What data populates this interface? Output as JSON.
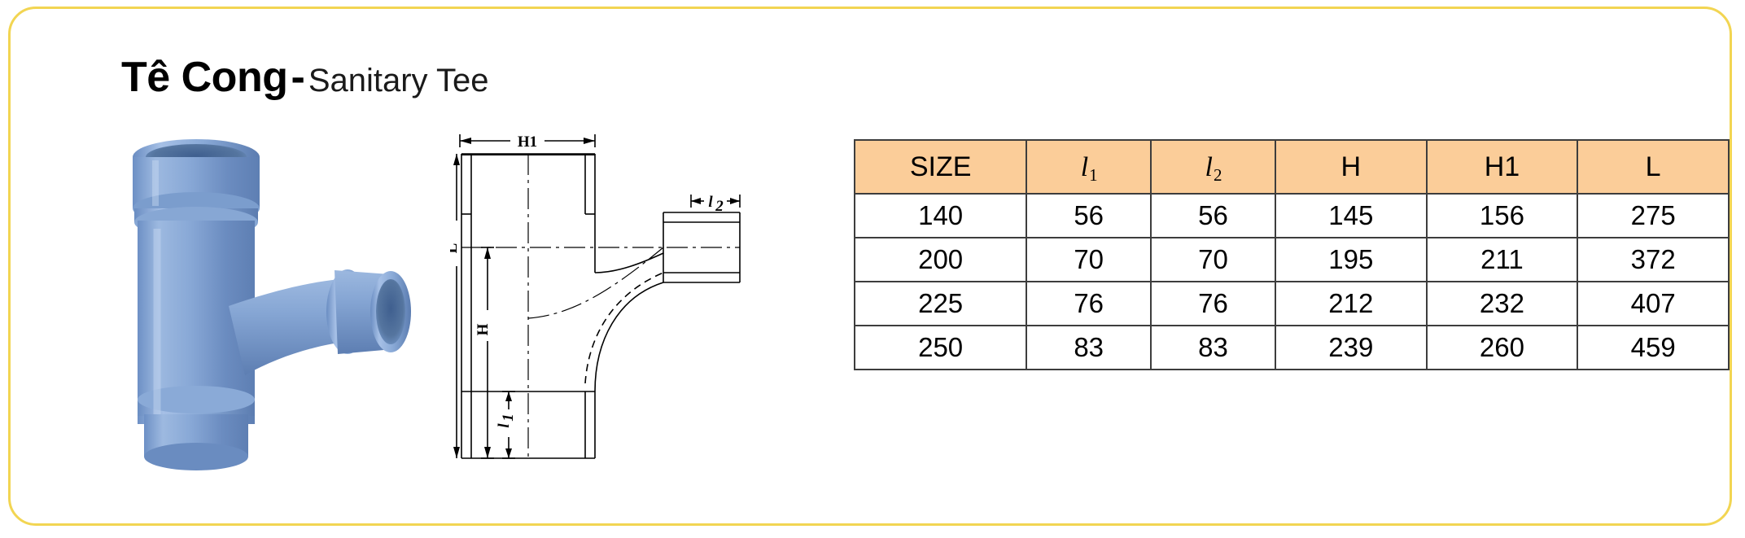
{
  "frame": {
    "border_color": "#f2d552"
  },
  "header": {
    "title_vi": "Tê Cong",
    "title_separator": "-",
    "title_en": "Sanitary Tee"
  },
  "product_photo": {
    "alt": "blue PVC sanitary tee pipe fitting",
    "body_color": "#7d9fd1",
    "highlight_color": "#a8c2e4",
    "shadow_color": "#5b7cb0"
  },
  "drawing": {
    "labels": {
      "h1": "H1",
      "l": "L",
      "h": "H",
      "l1": "l",
      "l1_sub": "1",
      "l2": "l",
      "l2_sub": "2"
    },
    "line_color": "#000000",
    "fill_color": "#fbfbe8"
  },
  "table": {
    "accent_color": "#fbcd99",
    "border_color": "#3d3d3d",
    "columns": [
      {
        "key": "size",
        "label": "SIZE",
        "type": "text"
      },
      {
        "key": "l1",
        "label": "l",
        "sub": "1",
        "type": "ell"
      },
      {
        "key": "l2",
        "label": "l",
        "sub": "2",
        "type": "ell"
      },
      {
        "key": "h",
        "label": "H",
        "type": "text"
      },
      {
        "key": "h1",
        "label": "H1",
        "type": "text"
      },
      {
        "key": "l",
        "label": "L",
        "type": "text"
      }
    ],
    "rows": [
      {
        "size": "140",
        "l1": "56",
        "l2": "56",
        "h": "145",
        "h1": "156",
        "l": "275"
      },
      {
        "size": "200",
        "l1": "70",
        "l2": "70",
        "h": "195",
        "h1": "211",
        "l": "372"
      },
      {
        "size": "225",
        "l1": "76",
        "l2": "76",
        "h": "212",
        "h1": "232",
        "l": "407"
      },
      {
        "size": "250",
        "l1": "83",
        "l2": "83",
        "h": "239",
        "h1": "260",
        "l": "459"
      }
    ]
  }
}
